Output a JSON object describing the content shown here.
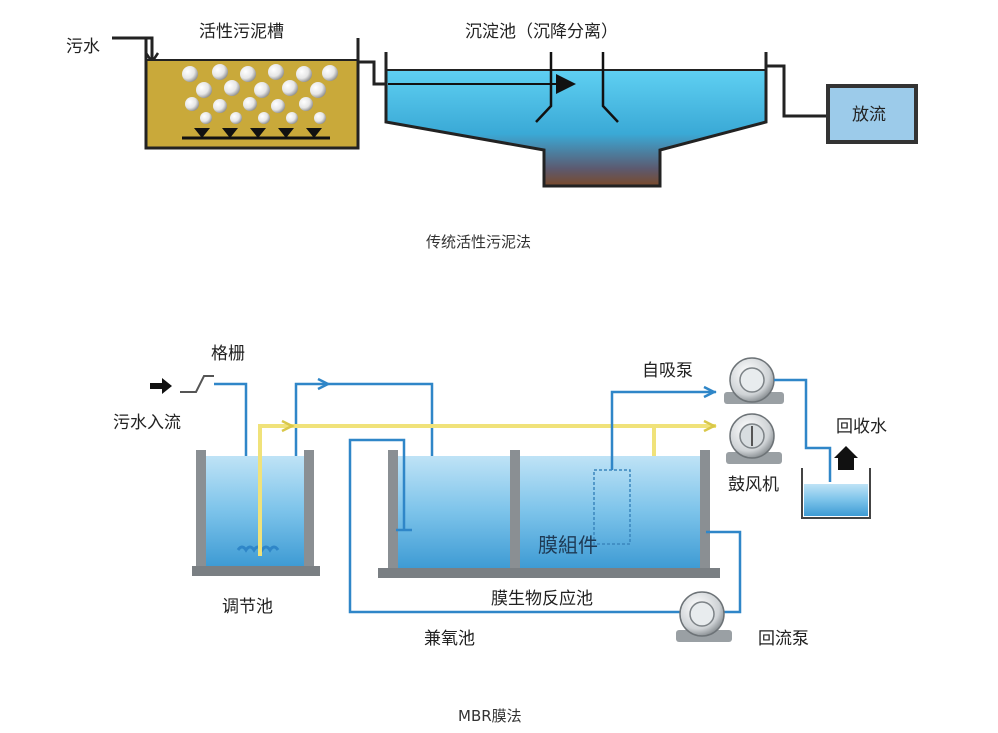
{
  "top_diagram": {
    "labels": {
      "sewage": "污水",
      "aeration_tank": "活性污泥槽",
      "sedimentation_tank": "沉淀池（沉降分离）",
      "discharge": "放流"
    },
    "caption": "传统活性污泥法"
  },
  "bottom_diagram": {
    "labels": {
      "screen": "格栅",
      "inflow": "污水入流",
      "equalization_tank": "调节池",
      "anoxic_tank": "兼氧池",
      "mbr_tank": "膜生物反应池",
      "membrane_module": "膜組件",
      "suction_pump": "自吸泵",
      "blower": "鼓风机",
      "recycled_water": "回收水",
      "return_pump": "回流泵"
    },
    "caption": "MBR膜法"
  },
  "colors": {
    "water_top": "#4fc3ea",
    "sludge": "#7a4a2a",
    "aeration_fill": "#c9a93a",
    "pipe_blue": "#2f86c8",
    "pipe_yellow": "#f0e27a",
    "discharge_box": "#9ccbea"
  }
}
